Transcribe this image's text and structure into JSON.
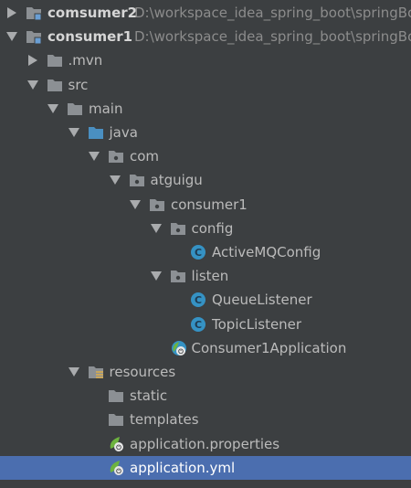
{
  "tree": [
    {
      "name": "comsumer2",
      "path": "D:\\workspace_idea_spring_boot\\springBoot",
      "depth": 0,
      "expanded": false,
      "icon": "module-folder",
      "bold": true
    },
    {
      "name": "consumer1",
      "path": "D:\\workspace_idea_spring_boot\\springBoot",
      "depth": 0,
      "expanded": true,
      "icon": "module-folder",
      "bold": true
    },
    {
      "name": ".mvn",
      "depth": 1,
      "expanded": false,
      "icon": "folder"
    },
    {
      "name": "src",
      "depth": 1,
      "expanded": true,
      "icon": "folder"
    },
    {
      "name": "main",
      "depth": 2,
      "expanded": true,
      "icon": "folder"
    },
    {
      "name": "java",
      "depth": 3,
      "expanded": true,
      "icon": "source-folder"
    },
    {
      "name": "com",
      "depth": 4,
      "expanded": true,
      "icon": "package"
    },
    {
      "name": "atguigu",
      "depth": 5,
      "expanded": true,
      "icon": "package"
    },
    {
      "name": "consumer1",
      "depth": 6,
      "expanded": true,
      "icon": "package"
    },
    {
      "name": "config",
      "depth": 7,
      "expanded": true,
      "icon": "package"
    },
    {
      "name": "ActiveMQConfig",
      "depth": 8,
      "icon": "class"
    },
    {
      "name": "listen",
      "depth": 7,
      "expanded": true,
      "icon": "package"
    },
    {
      "name": "QueueListener",
      "depth": 8,
      "icon": "class"
    },
    {
      "name": "TopicListener",
      "depth": 8,
      "icon": "class"
    },
    {
      "name": "Consumer1Application",
      "depth": 7,
      "icon": "spring-boot-class"
    },
    {
      "name": "resources",
      "depth": 3,
      "expanded": true,
      "icon": "resources-folder"
    },
    {
      "name": "static",
      "depth": 4,
      "icon": "folder"
    },
    {
      "name": "templates",
      "depth": 4,
      "icon": "folder"
    },
    {
      "name": "application.properties",
      "depth": 4,
      "icon": "spring-config-file"
    },
    {
      "name": "application.yml",
      "depth": 4,
      "icon": "spring-config-file",
      "selected": true
    }
  ],
  "colors": {
    "background": "#3c3f41",
    "selection": "#4b6eaf",
    "text": "#bbbbbb",
    "path_text": "#8c8c8c",
    "class_icon": "#3592c4",
    "spring_green": "#6db33f",
    "folder": "#8c9094",
    "source_folder": "#4a8fc1"
  }
}
